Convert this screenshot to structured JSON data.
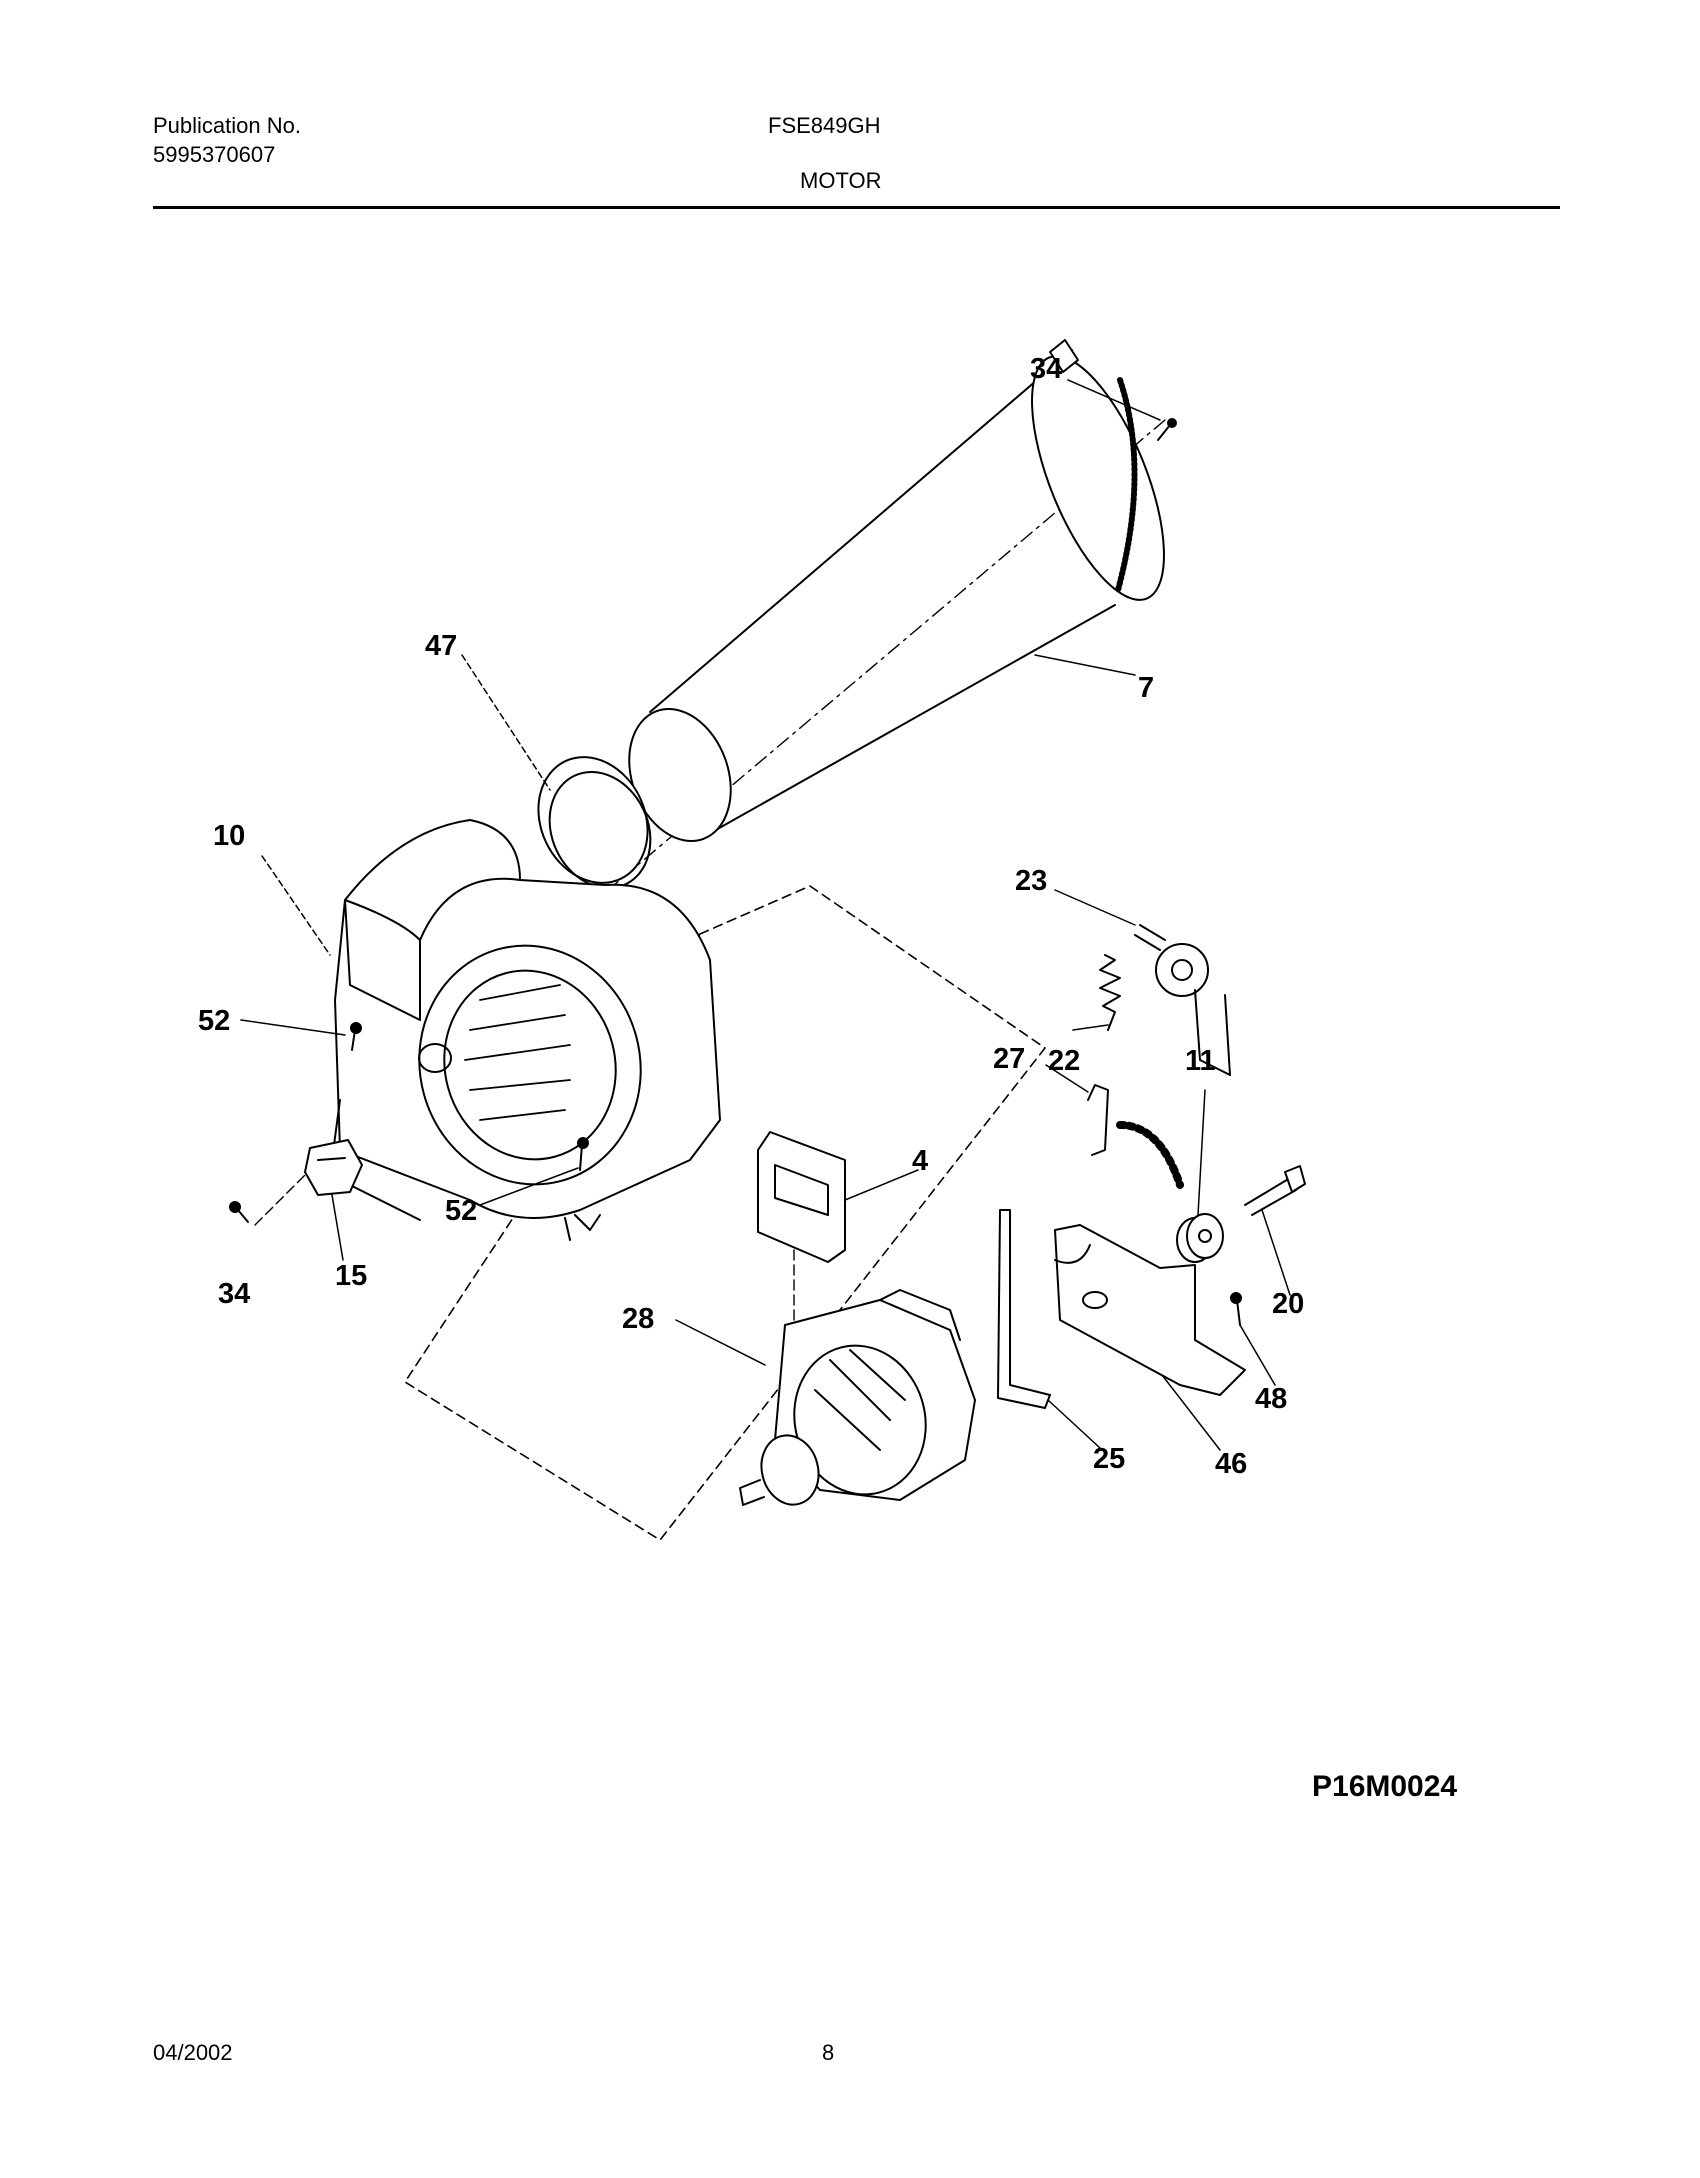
{
  "header": {
    "publication_label": "Publication No.",
    "publication_number": "5995370607",
    "model": "FSE849GH",
    "section_title": "MOTOR"
  },
  "diagram": {
    "callouts": {
      "c34_top": "34",
      "c7": "7",
      "c47": "47",
      "c10": "10",
      "c23": "23",
      "c52_left": "52",
      "c22": "22",
      "c27": "27",
      "c11": "11",
      "c4": "4",
      "c52_bottom": "52",
      "c34_left": "34",
      "c15": "15",
      "c20": "20",
      "c28": "28",
      "c48": "48",
      "c25": "25",
      "c46": "46"
    },
    "drawing_code": "P16M0024"
  },
  "footer": {
    "date": "04/2002",
    "page_number": "8"
  }
}
